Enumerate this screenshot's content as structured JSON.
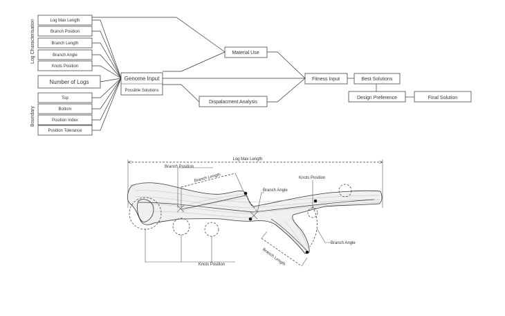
{
  "flowchart": {
    "groups": {
      "log_characterisation": "Log Characterisation",
      "boundary": "Boundary"
    },
    "inputs": {
      "log_max_length": "Log Max Length",
      "branch_position": "Branch Position",
      "branch_length": "Branch Length",
      "branch_angle": "Branch Angle",
      "knots_position": "Knots Position",
      "number_of_logs": "Number of Logs",
      "top": "Top",
      "bottom": "Bottom",
      "position_index": "Position Index",
      "position_tolerance": "Position Tolerance"
    },
    "genome_input": "Genome Input",
    "possible_solutions": "Possible Solutions",
    "material_use": "Material Use",
    "displacement_analysis": "Dispalacment Analysis",
    "fitness_input": "Fitness Input",
    "best_solutions": "Best Solutions",
    "design_preference": "Design Preference",
    "final_solution": "Final Solution"
  },
  "log_diagram": {
    "log_max_length": "Log Max Length",
    "branch_position": "Branch Position",
    "branch_length_top": "Branch Length",
    "branch_angle_top": "Branch Angle",
    "knots_position_top": "Knots Position",
    "branch_angle_right": "Branch Angle",
    "branch_length_bottom": "Branch Length",
    "knots_position_bottom": "Knots Position"
  },
  "colors": {
    "line": "#333333",
    "log_fill": "#f0f0f0",
    "mesh": "#9a9a9a"
  }
}
